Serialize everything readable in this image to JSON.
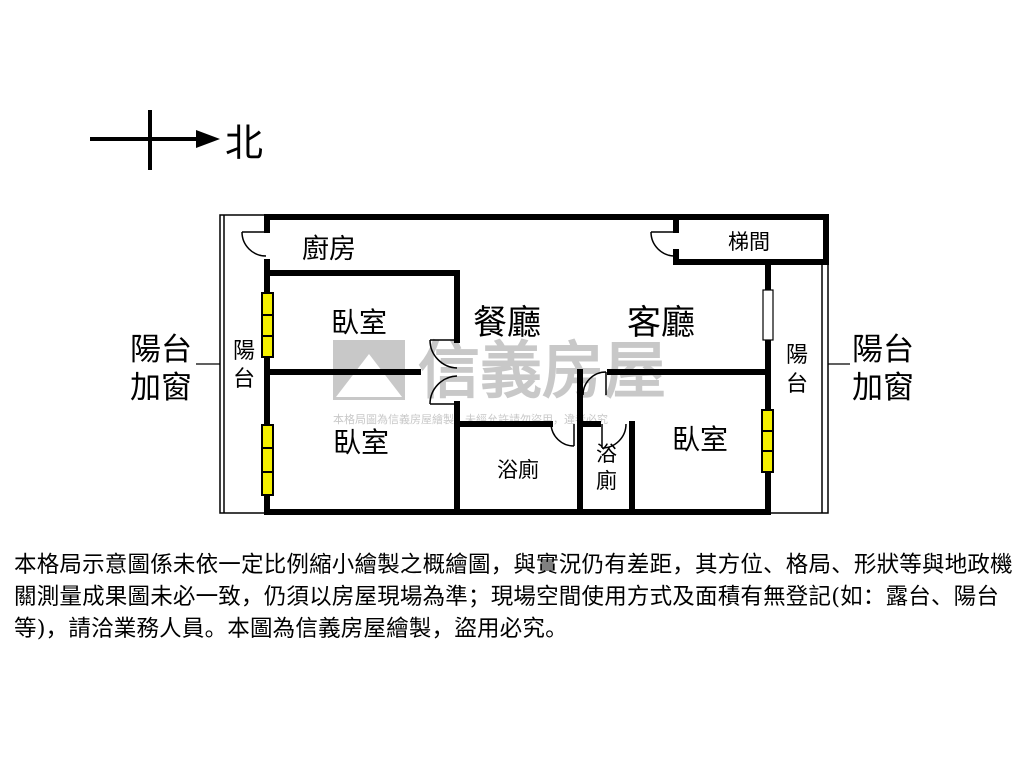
{
  "compass": {
    "direction_label": "北"
  },
  "rooms": {
    "kitchen": "廚房",
    "stair": "梯間",
    "bedroom_upper_left": "臥室",
    "bedroom_lower_left": "臥室",
    "bedroom_right": "臥室",
    "dining": "餐廳",
    "living": "客廳",
    "bath_center": "浴廁",
    "bath_small_line1": "浴",
    "bath_small_line2": "廁",
    "balcony_left_line1": "陽",
    "balcony_left_line2": "台",
    "balcony_right_line1": "陽",
    "balcony_right_line2": "台"
  },
  "callouts": {
    "left_line1": "陽台",
    "left_line2": "加窗",
    "right_line1": "陽台",
    "right_line2": "加窗"
  },
  "watermark": {
    "brand": "信義房屋",
    "small": "本格局圖為信義房屋繪製，未經允許請勿盜用，違者必究"
  },
  "disclaimer": "本格局示意圖係未依一定比例縮小繪製之概繪圖，與實況仍有差距，其方位、格局、形狀等與地政機關測量成果圖未必一致，仍須以房屋現場為準；現場空間使用方式及面積有無登記(如：露台、陽台等)，請洽業務人員。本圖為信義房屋繪製，盜用必究。",
  "colors": {
    "wall": "#000000",
    "window_fill": "#f5f000",
    "watermark": "#c8c8c8"
  }
}
